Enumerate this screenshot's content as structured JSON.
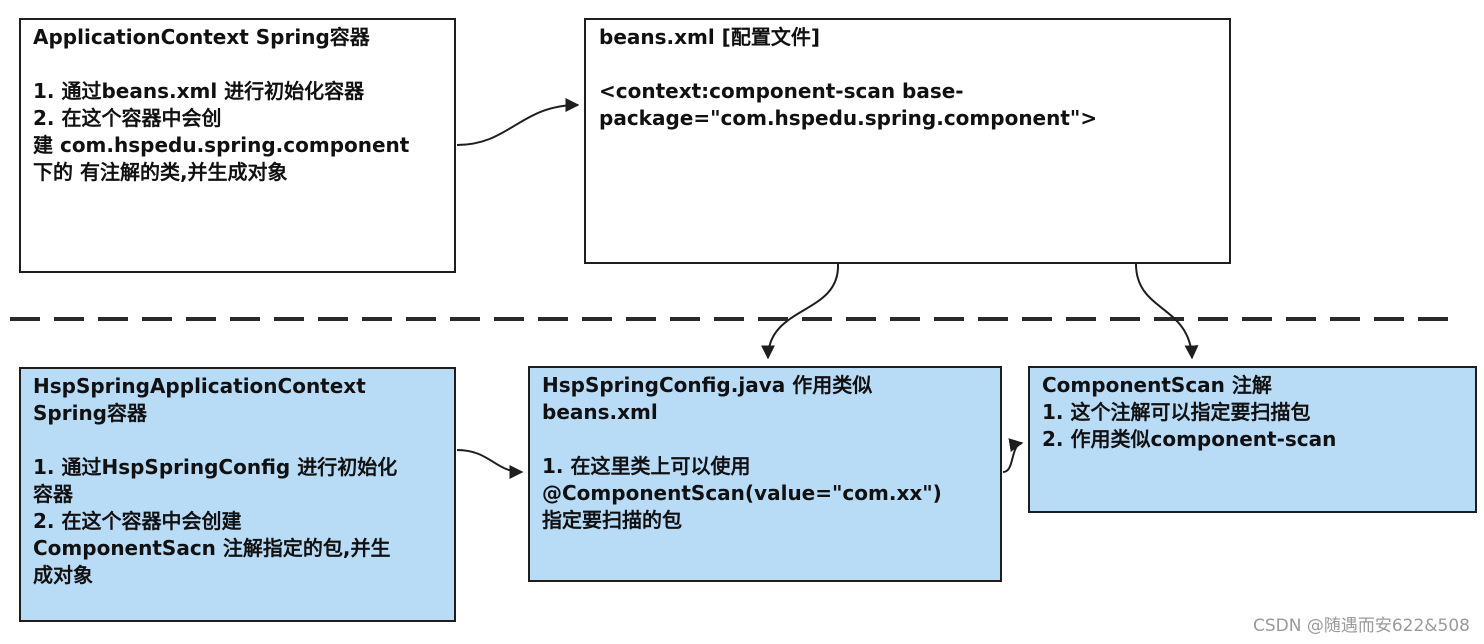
{
  "boxes": {
    "application_context": {
      "lines": [
        "ApplicationContext Spring容器",
        "",
        "1. 通过beans.xml 进行初始化容器",
        "2. 在这个容器中会创",
        "建 com.hspedu.spring.component",
        "下的 有注解的类,并生成对象"
      ]
    },
    "beans_xml": {
      "lines": [
        "beans.xml [配置文件]",
        "",
        "<context:component-scan base-",
        "package=\"com.hspedu.spring.component\">"
      ]
    },
    "hsp_application_context": {
      "lines": [
        "HspSpringApplicationContext",
        "Spring容器",
        "",
        "1. 通过HspSpringConfig 进行初始化",
        "容器",
        "2. 在这个容器中会创建",
        "ComponentSacn 注解指定的包,并生",
        "成对象"
      ]
    },
    "hsp_spring_config": {
      "lines": [
        "HspSpringConfig.java 作用类似",
        "beans.xml",
        "",
        "1. 在这里类上可以使用",
        "@ComponentScan(value=\"com.xx\")",
        "指定要扫描的包"
      ]
    },
    "component_scan": {
      "lines": [
        "ComponentScan 注解",
        "1. 这个注解可以指定要扫描包",
        "2. 作用类似component-scan"
      ]
    }
  },
  "colors": {
    "blue_fill": "#b9dcf6",
    "stroke": "#1e1e1e",
    "watermark": "#9a9a9a"
  },
  "watermark": "CSDN @随遇而安622&508"
}
